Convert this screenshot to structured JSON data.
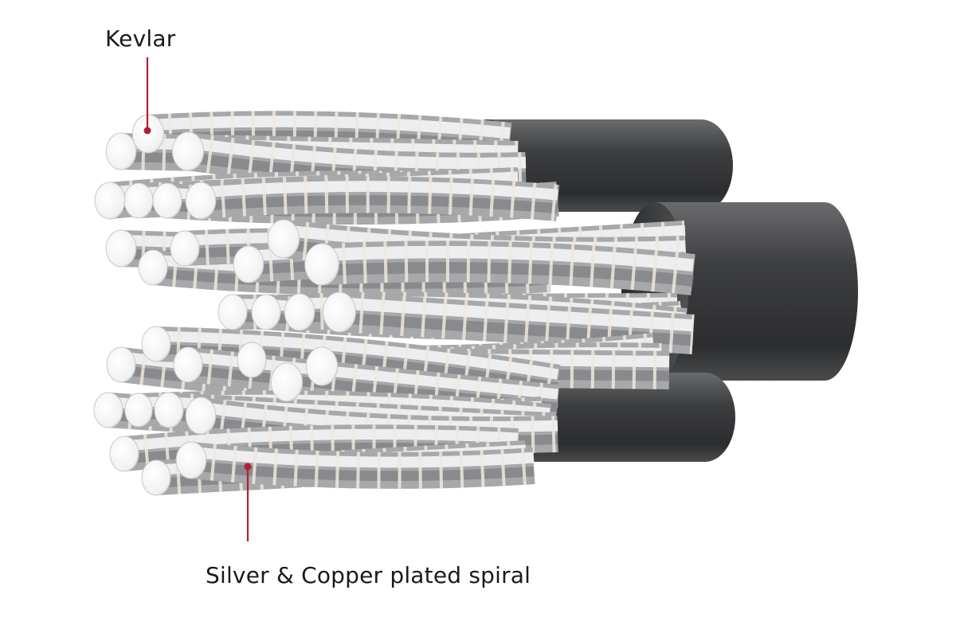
{
  "labels": {
    "kevlar": "Kevlar",
    "conductor": "Silver & Copper plated spiral"
  },
  "colors": {
    "background": "#ffffff",
    "leader_line": "#b0203a",
    "jacket_dark": "#3b3c3e",
    "strand_silver": "#d9dadb",
    "label_text": "#1a1a1a"
  },
  "illustration": {
    "icon": "braided-cable-cross-section",
    "bundles": 3
  }
}
